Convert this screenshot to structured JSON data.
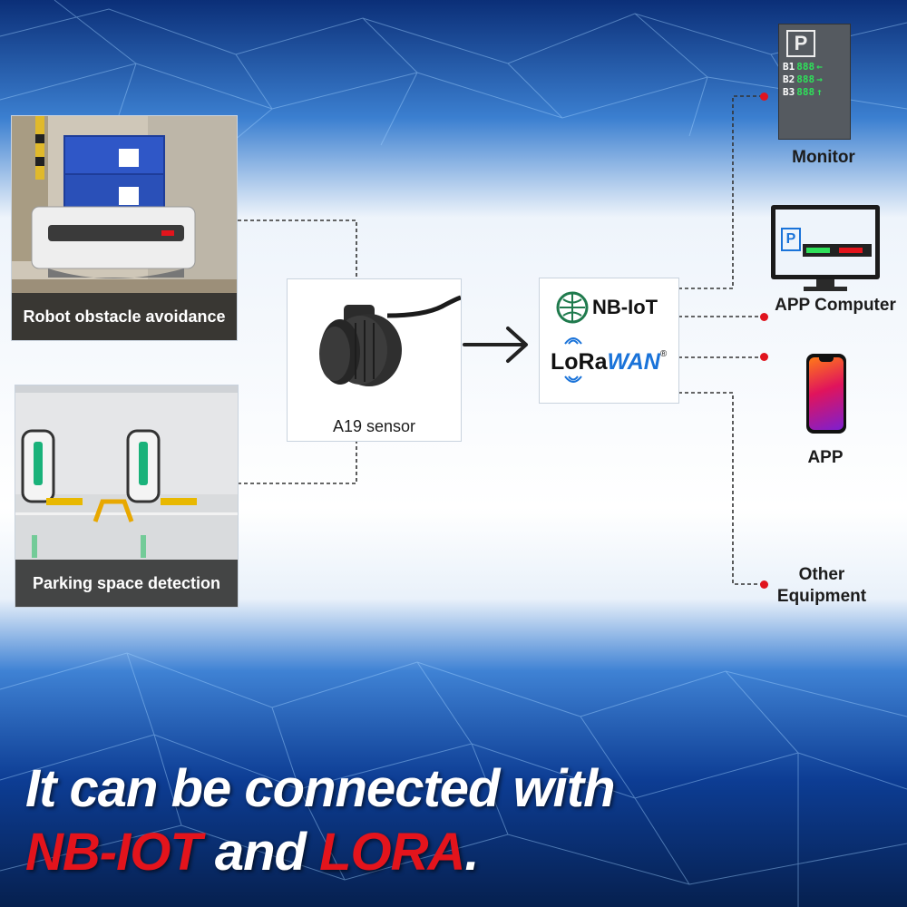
{
  "colors": {
    "accent_red": "#e3141c",
    "dark_blue": "#0a2a66",
    "light_blue": "#1a73d9"
  },
  "sources": [
    {
      "label": "Robot obstacle avoidance"
    },
    {
      "label": "Parking space detection"
    }
  ],
  "sensor": {
    "label": "A19 sensor"
  },
  "protocols": {
    "nbiot": "NB-IoT",
    "lora_prefix": "LoRa",
    "lora_suffix": "WAN",
    "registered": "®"
  },
  "monitor": {
    "label": "Monitor",
    "sign_letter": "P",
    "rows": [
      {
        "level": "B1",
        "digits": "888",
        "arrow": "←"
      },
      {
        "level": "B2",
        "digits": "888",
        "arrow": "→"
      },
      {
        "level": "B3",
        "digits": "888",
        "arrow": "↑"
      }
    ]
  },
  "computer": {
    "label": "APP Computer",
    "sign_letter": "P"
  },
  "app": {
    "label": "APP"
  },
  "other": {
    "label_line1": "Other",
    "label_line2": "Equipment"
  },
  "headline": {
    "line1": "It can be connected with",
    "line2_part1": "NB-IOT",
    "line2_part2": " and ",
    "line2_part3": "LORA",
    "line2_part4": "."
  }
}
